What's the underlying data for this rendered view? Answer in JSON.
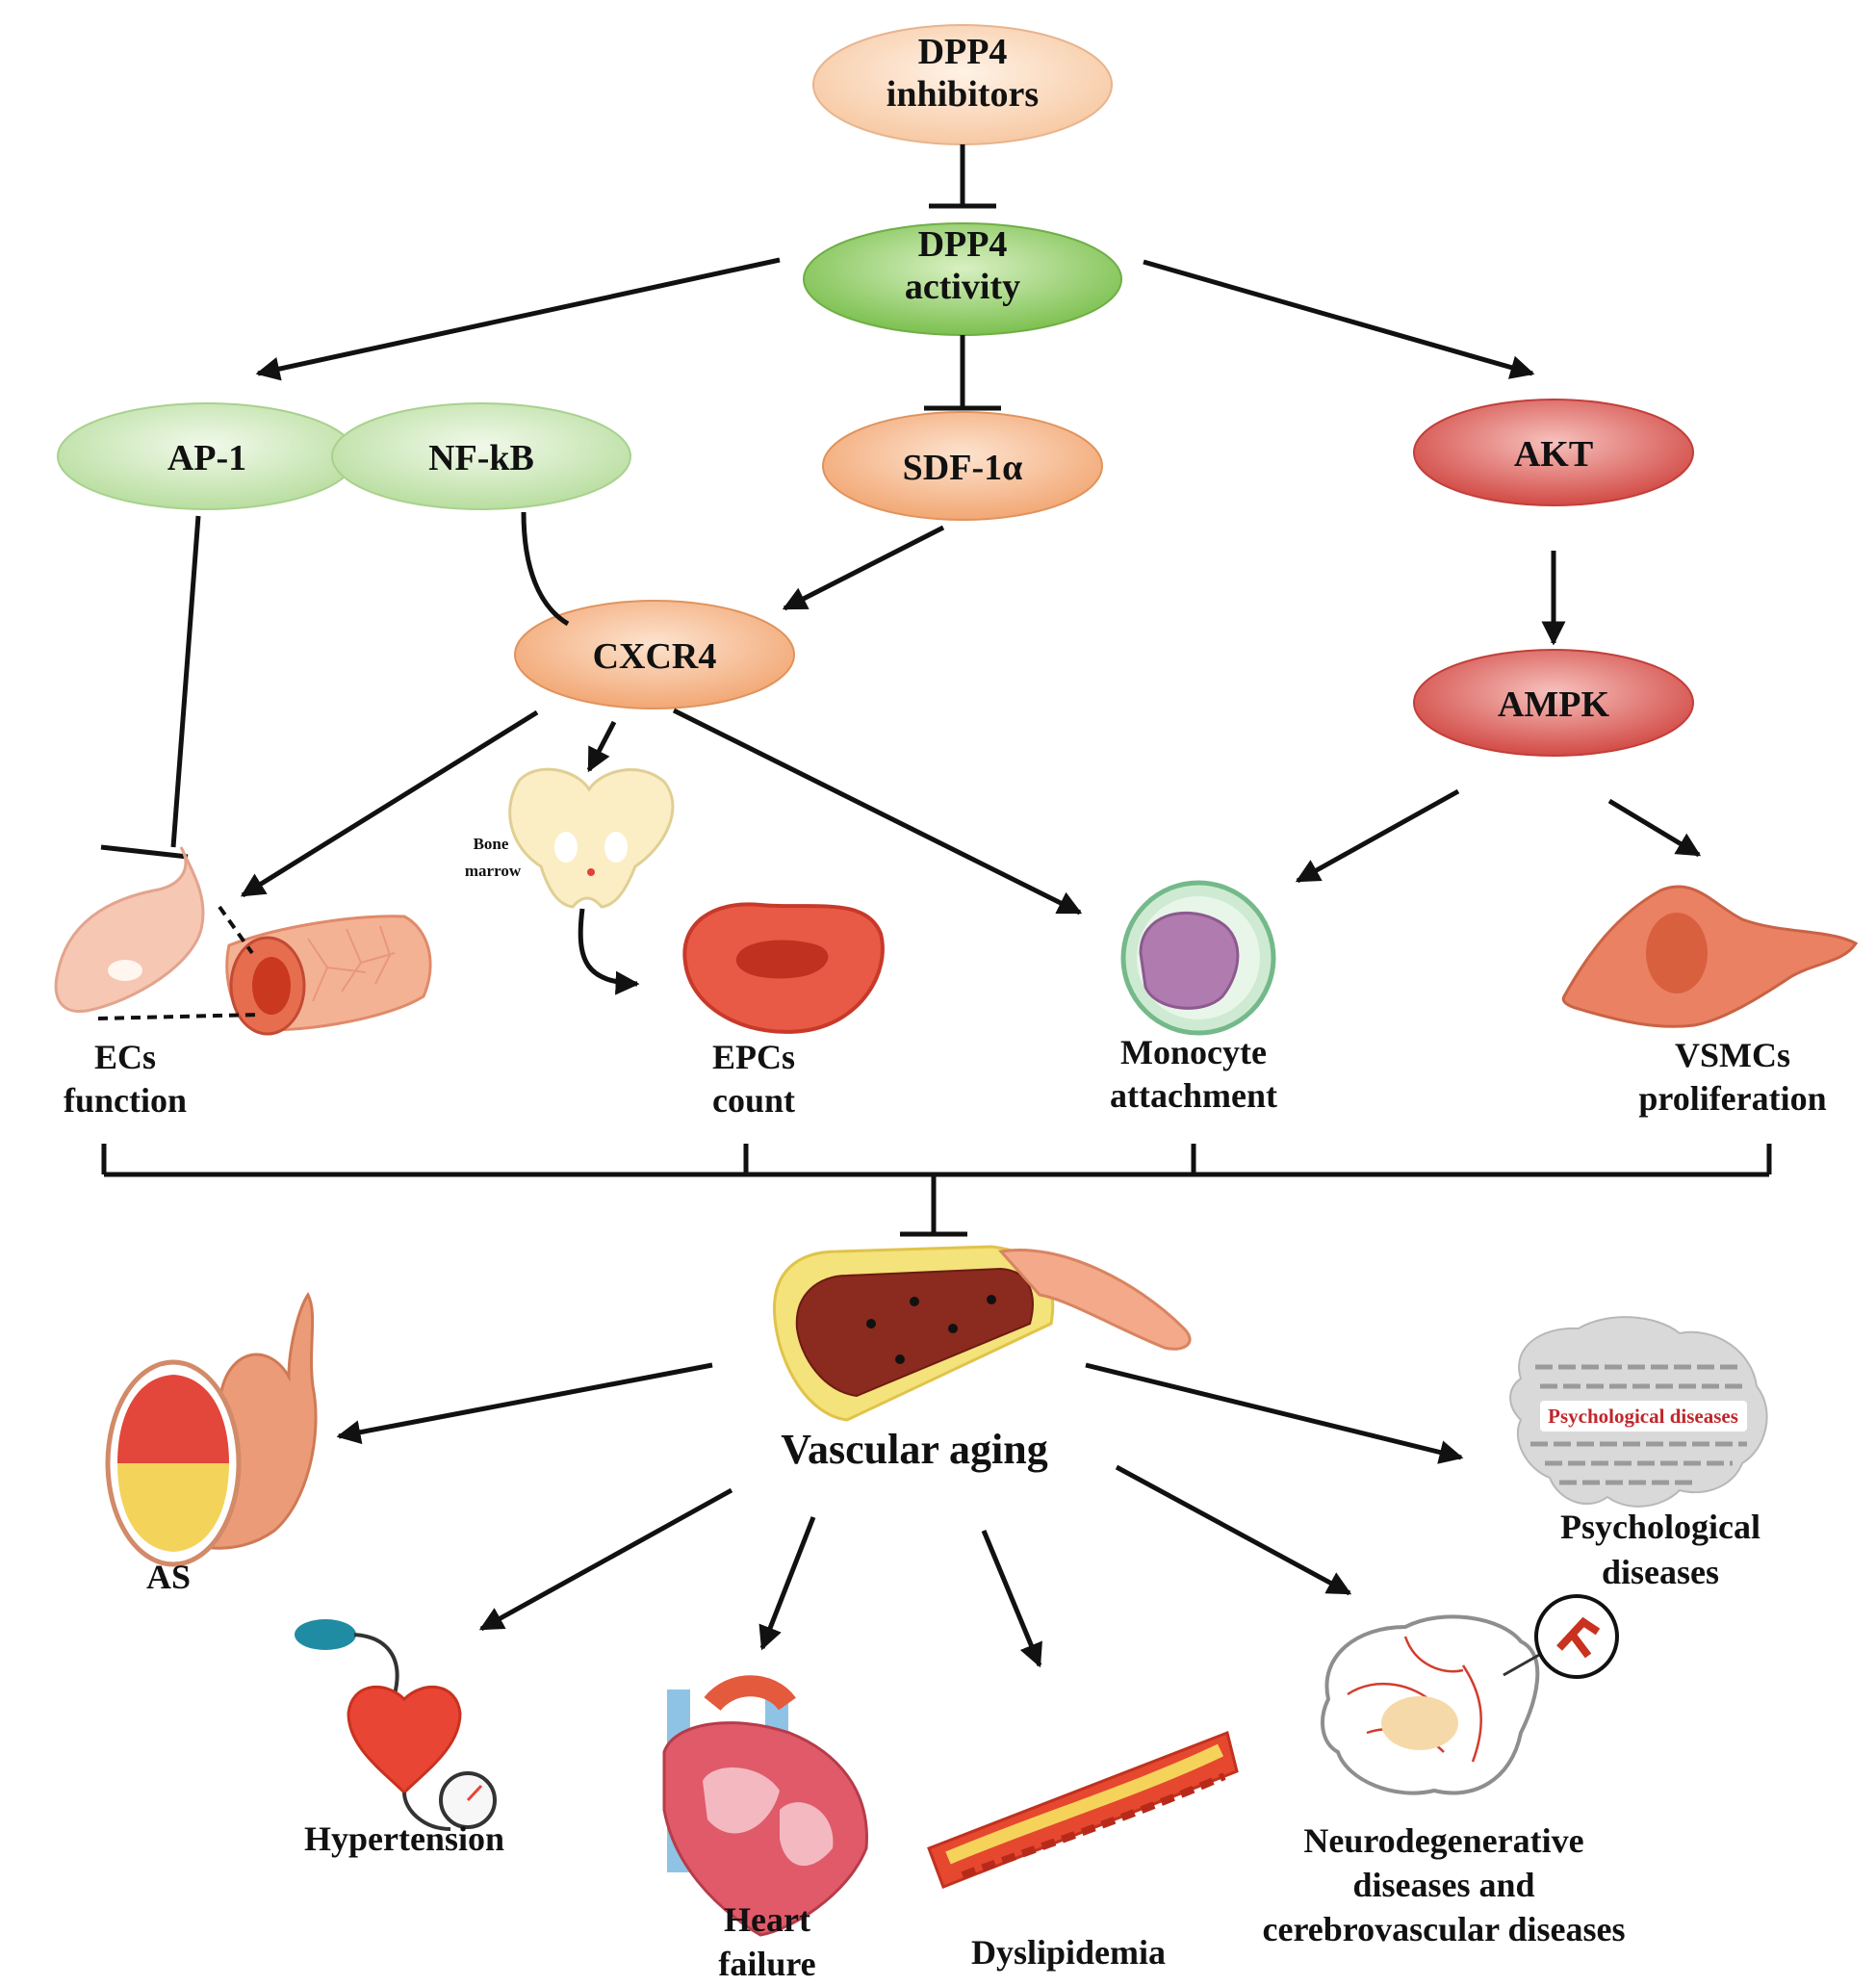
{
  "nodes": {
    "dpp4_inhibitors": [
      "DPP4",
      "inhibitors"
    ],
    "dpp4_activity": [
      "DPP4",
      "activity"
    ],
    "ap1": "AP-1",
    "nfkb": "NF-kB",
    "sdf1a": "SDF-1α",
    "akt": "AKT",
    "cxcr4": "CXCR4",
    "ampk": "AMPK"
  },
  "bone_marrow": [
    "Bone",
    "marrow"
  ],
  "effects": {
    "ecs": [
      "ECs",
      "function"
    ],
    "epcs": [
      "EPCs",
      "count"
    ],
    "monocyte": [
      "Monocyte",
      "attachment"
    ],
    "vsmcs": [
      "VSMCs",
      "proliferation"
    ]
  },
  "center": "Vascular aging",
  "brain_banner": "Psychological diseases",
  "outcomes": {
    "as": "AS",
    "psych": [
      "Psychological",
      "diseases"
    ],
    "hypertension": "Hypertension",
    "heart_failure": [
      "Heart",
      "failure"
    ],
    "dyslipidemia": "Dyslipidemia",
    "neuro": [
      "Neurodegenerative",
      "diseases and",
      "cerebrovascular diseases"
    ]
  },
  "colors": {
    "peach": "#f6b88c",
    "green": "#8fcf6a",
    "light_green": "#c9e6b5",
    "red": "#d9534f",
    "arrow": "#111111"
  }
}
